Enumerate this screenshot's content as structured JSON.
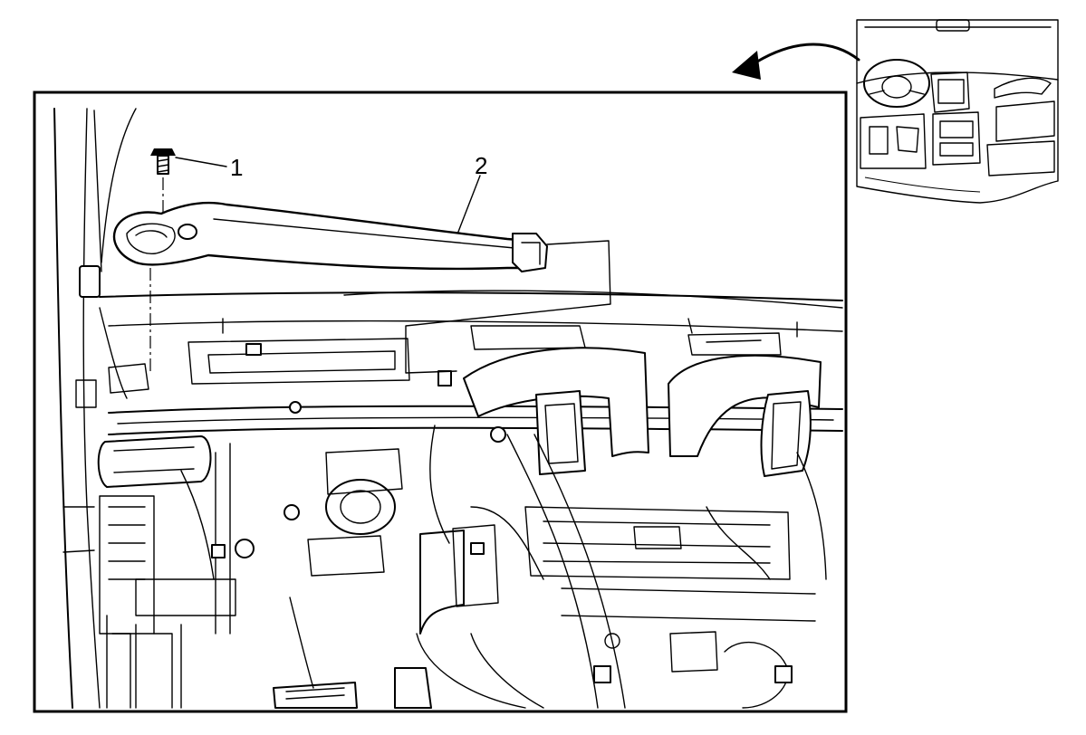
{
  "callouts": [
    {
      "number": "1",
      "part": "fastener"
    },
    {
      "number": "2",
      "part": "air-duct"
    }
  ]
}
